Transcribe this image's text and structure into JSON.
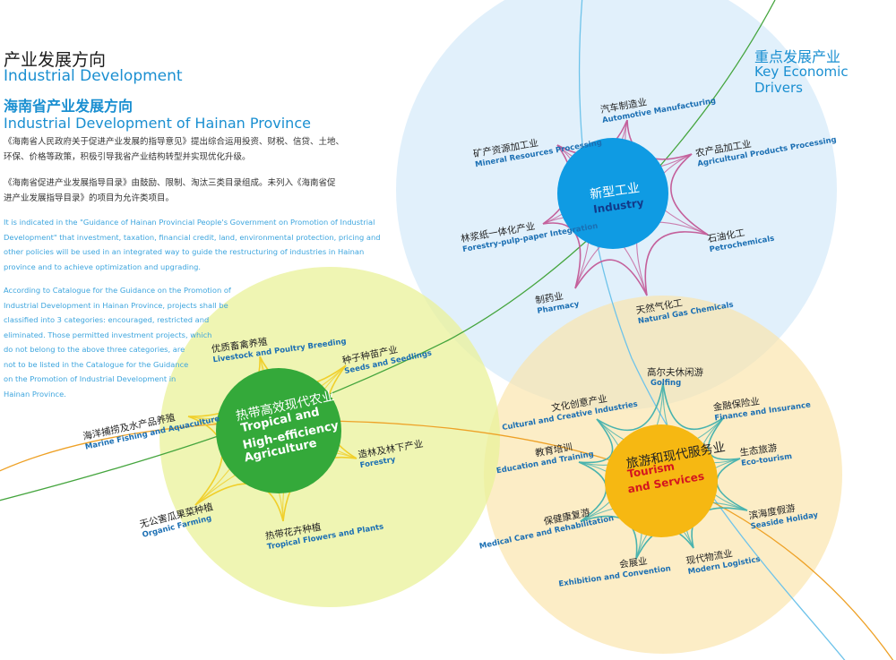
{
  "header": {
    "title_zh": "产业发展方向",
    "title_en": "Industrial Development",
    "subtitle_zh": "海南省产业发展方向",
    "subtitle_en": "Industrial Development of Hainan Province"
  },
  "paragraphs": {
    "zh1_line1": "《海南省人民政府关于促进产业发展的指导意见》提出综合运用投资、财税、信贷、土地、",
    "zh1_line2": "环保、价格等政策，积极引导我省产业结构转型并实现优化升级。",
    "zh2_line1": "《海南省促进产业发展指导目录》由鼓励、限制、淘汰三类目录组成。未列入《海南省促",
    "zh2_line2": "进产业发展指导目录》的项目为允许类项目。",
    "en1": [
      "It is indicated in the \"Guidance of Hainan Provincial People's Government on Promotion of Industrial",
      "Development\" that investment, taxation, financial credit, land, environmental protection, pricing and",
      "other policies will be used in an integrated way to guide the restructuring of industries in Hainan",
      "province and to achieve optimization and upgrading."
    ],
    "en2": [
      "According to Catalogue for the Guidance on the Promotion of",
      "Industrial Development in Hainan Province, projects shall be",
      "classified into 3 categories: encouraged, restricted and",
      "eliminated. Those permitted investment projects, which",
      "do not belong to the above three categories, are",
      "not to be listed in the Catalogue for the Guidance",
      "on the Promotion of Industrial Development in",
      "Hainan Province."
    ]
  },
  "key_drivers": {
    "title_zh": "重点发展产业",
    "title_en": "Key Economic Drivers"
  },
  "hubs": {
    "industry": {
      "zh": "新型工业",
      "en": "Industry",
      "color": "#0f9be3",
      "halo": "#d9ecfa",
      "star": "#c4609b",
      "branches": [
        {
          "zh": "汽车制造业",
          "en": "Automotive Manufacturing"
        },
        {
          "zh": "农产品加工业",
          "en": "Agricultural Products Processing"
        },
        {
          "zh": "石油化工",
          "en": "Petrochemicals"
        },
        {
          "zh": "天然气化工",
          "en": "Natural Gas Chemicals"
        },
        {
          "zh": "制药业",
          "en": "Pharmacy"
        },
        {
          "zh": "林浆纸一体化产业",
          "en": "Forestry-pulp-paper Integration"
        },
        {
          "zh": "矿产资源加工业",
          "en": "Mineral Resources Processing"
        }
      ]
    },
    "agriculture": {
      "zh": "热带高效现代农业",
      "en_line1": "Tropical and",
      "en_line2": "High-efficiency",
      "en_line3": "Agriculture",
      "color": "#34a93a",
      "halo": "#eef3a6",
      "star": "#f0cf2a",
      "branches": [
        {
          "zh": "优质畜禽养殖",
          "en": "Livestock and Poultry Breeding"
        },
        {
          "zh": "种子种苗产业",
          "en": "Seeds and Seedlings"
        },
        {
          "zh": "造林及林下产业",
          "en": "Forestry"
        },
        {
          "zh": "热带花卉种植",
          "en": "Tropical Flowers and Plants"
        },
        {
          "zh": "无公害瓜果菜种植",
          "en": "Organic Farming"
        },
        {
          "zh": "海洋捕捞及水产品养殖",
          "en": "Marine Fishing and Aquaculture"
        }
      ]
    },
    "tourism": {
      "zh": "旅游和现代服务业",
      "en_line1": "Tourism",
      "en_line2": "and Services",
      "color": "#f6b812",
      "halo": "#fbe6b4",
      "star": "#49b3ae",
      "branches": [
        {
          "zh": "高尔夫休闲游",
          "en": "Golfing"
        },
        {
          "zh": "金融保险业",
          "en": "Finance and Insurance"
        },
        {
          "zh": "生态旅游",
          "en": "Eco-tourism"
        },
        {
          "zh": "滨海度假游",
          "en": "Seaside Holiday"
        },
        {
          "zh": "现代物流业",
          "en": "Modern Logistics"
        },
        {
          "zh": "会展业",
          "en": "Exhibition and Convention"
        },
        {
          "zh": "保健康复游",
          "en": "Medical Care and Rehabilitation"
        },
        {
          "zh": "教育培训",
          "en": "Education and Training"
        },
        {
          "zh": "文化创意产业",
          "en": "Cultural and Creative Industries"
        }
      ]
    }
  }
}
